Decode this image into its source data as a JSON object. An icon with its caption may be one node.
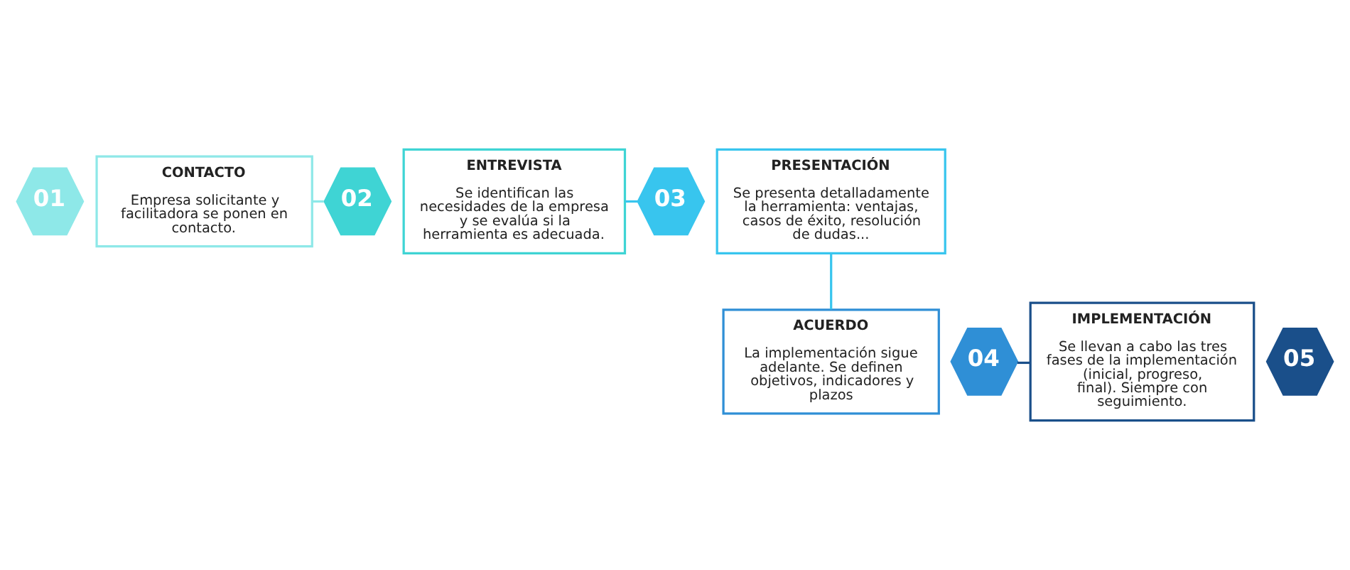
{
  "diagram": {
    "nodes": [
      {
        "text": [
          "01"
        ]
      },
      {
        "text": [
          "CONTACTO",
          "Empresa solicitante y facilitadora se ponen en contacto."
        ]
      },
      {
        "text": [
          "02"
        ]
      },
      {
        "text": [
          "ENTREVISTA",
          "Se identifican las necesidades de la empresa y se evalúa si la herramienta es adecuada."
        ]
      },
      {
        "text": [
          "03"
        ]
      },
      {
        "text": [
          "PRESENTACIÓN",
          "Se presenta detalladamente la herramienta: ventajas, casos de éxito, resolución de dudas..."
        ]
      },
      {
        "text": [
          "04"
        ]
      },
      {
        "text": [
          "ACUERDO",
          "La implementación sigue adelante. Se definen objetivos, indicadores y plazos"
        ]
      },
      {
        "text": [
          "05"
        ]
      },
      {
        "text": [
          "IMPLEMENTACIÓN",
          "Se llevan a cabo las tres fases de la implementación (inicial, progreso, final). Siempre con seguimiento."
        ]
      }
    ],
    "edges": [
      {
        "from": 1,
        "to": 2,
        "arrow": "none",
        "color": "#8ee8e8"
      },
      {
        "from": 3,
        "to": 4,
        "arrow": "none",
        "color": "#38c5ee"
      },
      {
        "from": 5,
        "to": 7,
        "arrow": "none",
        "color": "#38c5ee"
      },
      {
        "from": 6,
        "to": 9,
        "arrow": "none",
        "color": "#1a4f8a"
      }
    ]
  }
}
